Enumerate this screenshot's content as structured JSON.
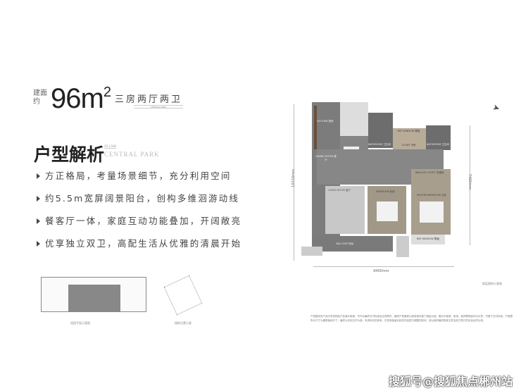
{
  "header": {
    "area_label": "建面约",
    "area_value": "96m",
    "area_unit_sup": "2",
    "layout": "三房两厅两卫",
    "layout_sub": "CENTRAL PARK"
  },
  "analysis": {
    "title": "户型解析",
    "en_small": "OX LANE",
    "en_large": "CENTRAL PARK",
    "bullets": [
      "方正格局，考量场景细节，充分利用空间",
      "约5.5m宽屏阔景阳台，创构多维洄游动线",
      "餐客厅一体，家庭互动功能叠加，开阔敞亮",
      "优享独立双卫，高配生活从优雅的清晨开始"
    ]
  },
  "floorplan": {
    "dim_height": "10310mm",
    "dim_width": "9400mm",
    "dim_right": "7400mm",
    "caption": "楼层图例示意图",
    "rooms": {
      "balcony": "BALCONY 阳台",
      "living": "LIVING ROOM 客厅",
      "dining": "DINING ROOM 餐厅",
      "kitchen": "KITCHEN 厨房",
      "bath1": "BATHROOM 卫生间",
      "bath2": "BATHROOM 卫生间",
      "master": "MASTER BEDROOM 主卧",
      "bedroom": "BEDROOM 卧室",
      "bay1": "BAY WINDOW 飘窗",
      "bay2": "BAY WINDOW 飘窗",
      "closet": "WALK-IN CLOSET 衣帽间",
      "study": "STUDY 书房"
    }
  },
  "thumbnails": {
    "building_caption": "组团平面示意图",
    "site_caption": "楼栋位置示意"
  },
  "disclaimer": "户型图仅供产品示意说明及产品演示使用，不作为最终交付标准及合同附件，最终户型面积以政府相关部门测绘为准。图示中家具、家电、装饰等物品均为示意，不属于交付标准。户型图所示尺寸为建筑轴线尺寸，最终以实际交付为准。本资料仅供参考，开发商保留对相关内容进行调整的权利，请以政府最终批准文件及双方签订的买卖合同为准。",
  "watermark": "搜狐号@搜狐焦点郴州站"
}
